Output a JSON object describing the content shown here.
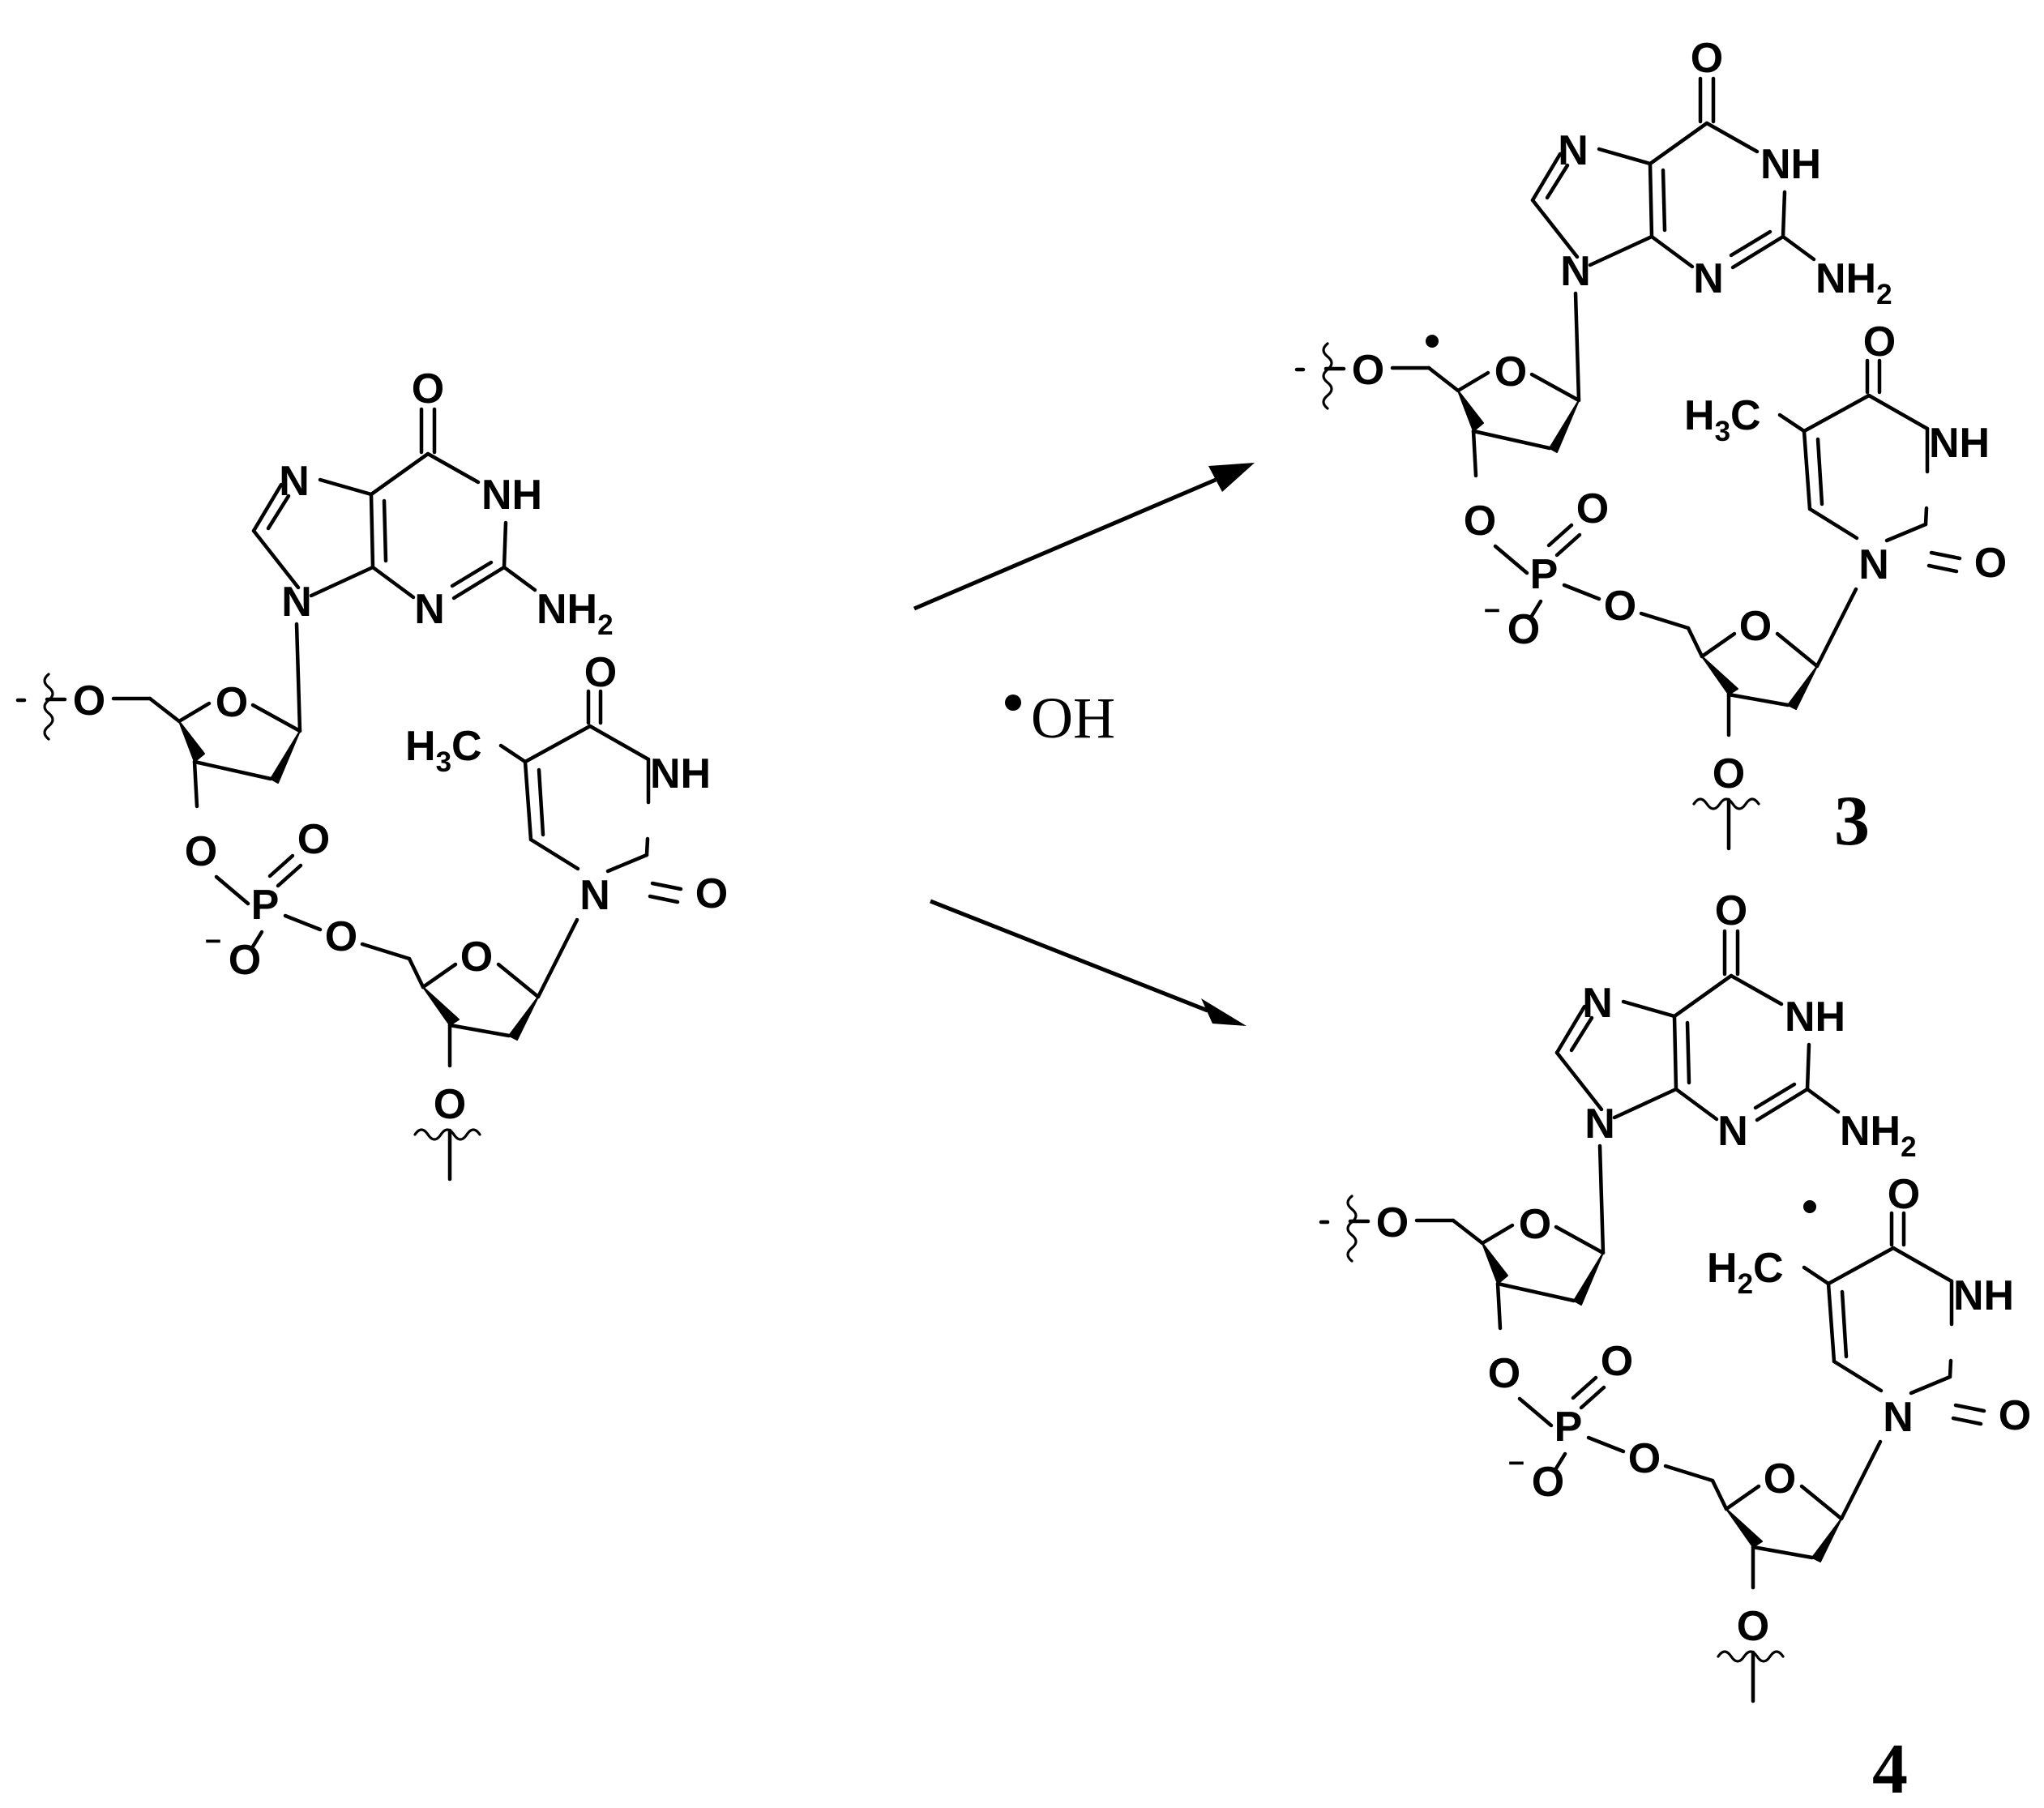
{
  "reagent": {
    "radical_dot": "•",
    "species": "OH"
  },
  "compounds": [
    {
      "label": "3",
      "radical_site": "sugar C5′ (H5′ abstraction)"
    },
    {
      "label": "4",
      "radical_site": "thymine methyl (H2C•)"
    }
  ],
  "atom_labels": {
    "oxygen": "O",
    "nitrogen": "N",
    "imide_nh": "NH",
    "amino": "NH",
    "amino_sub": "2",
    "phosphorus": "P",
    "phosphate_minus": "−",
    "methyl_h": "H",
    "methyl_sub": "3",
    "methyl_c": "C",
    "methylene_h": "H",
    "methylene_sub": "2",
    "methylene_c": "C"
  }
}
